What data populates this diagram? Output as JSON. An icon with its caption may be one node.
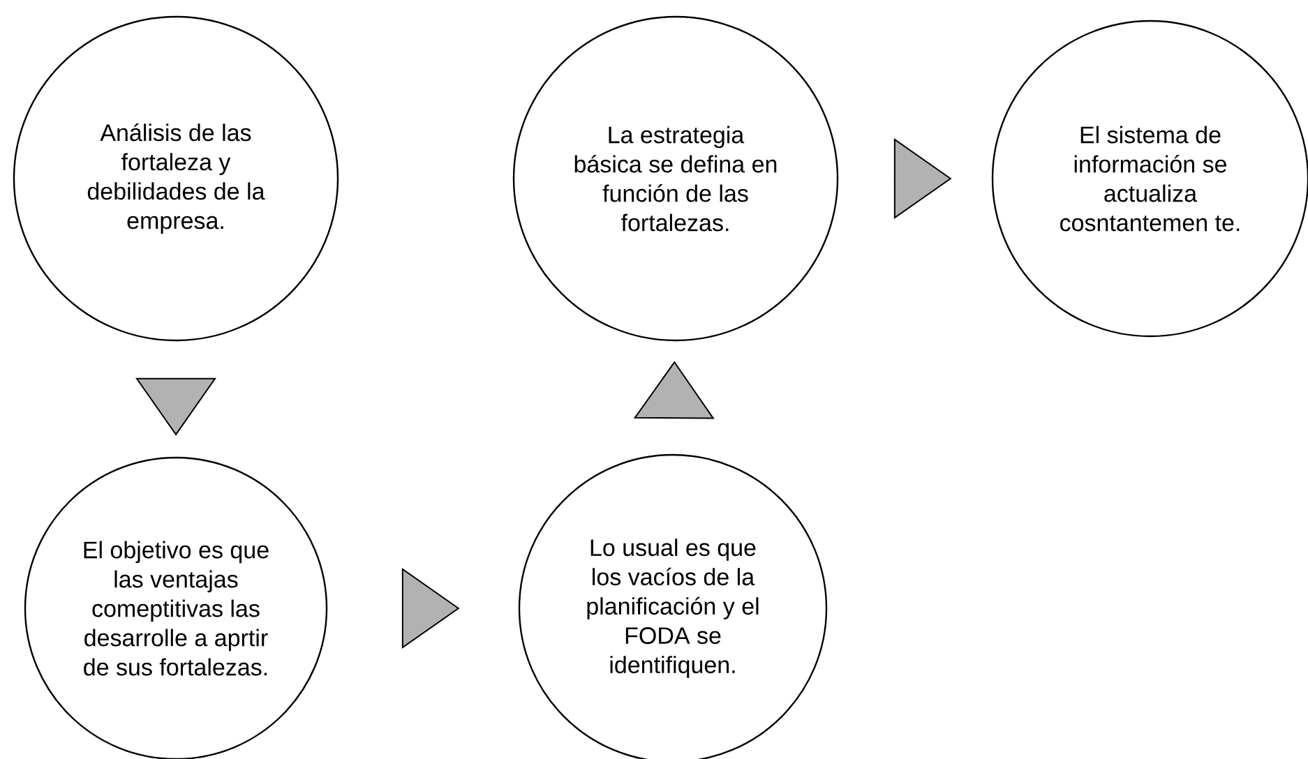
{
  "diagram": {
    "nodes": [
      {
        "text": [
          "Análisis de las fortaleza y debilidades de la empresa."
        ]
      },
      {
        "text": [
          "La estrategia básica se defina en función de las fortalezas."
        ]
      },
      {
        "text": [
          "El sistema de información se actualiza cosntantemen te."
        ]
      },
      {
        "text": [
          "El objetivo es que las ventajas comeptitivas las desarrolle a aprtir de sus fortalezas."
        ]
      },
      {
        "text": [
          "Lo usual es que los vacíos de la planificación y el FODA se identifiquen."
        ]
      }
    ],
    "edges": [
      {
        "from": 0,
        "to": 3,
        "arrow": "to"
      },
      {
        "from": 3,
        "to": 4,
        "arrow": "to"
      },
      {
        "from": 4,
        "to": 1,
        "arrow": "to"
      },
      {
        "from": 1,
        "to": 2,
        "arrow": "to"
      }
    ]
  }
}
